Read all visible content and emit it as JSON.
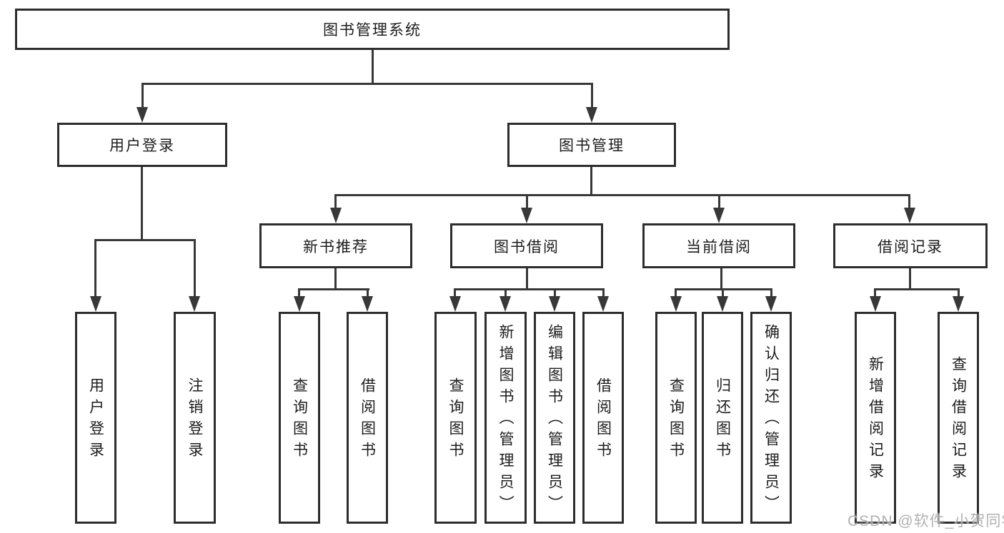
{
  "diagram_title": "图书管理系统",
  "nodes": {
    "root": {
      "label": "图书管理系统"
    },
    "user_login": {
      "label": "用户登录"
    },
    "book_mgmt": {
      "label": "图书管理"
    },
    "new_book_rec": {
      "label": "新书推荐"
    },
    "book_borrow": {
      "label": "图书借阅"
    },
    "current_borrow": {
      "label": "当前借阅"
    },
    "borrow_record": {
      "label": "借阅记录"
    },
    "leaf_user_login": {
      "label": "用户登录"
    },
    "leaf_logout": {
      "label": "注销登录"
    },
    "leaf_query_book_rec": {
      "label": "查询图书"
    },
    "leaf_borrow_book_rec": {
      "label": "借阅图书"
    },
    "leaf_query_book_borrow": {
      "label": "查询图书"
    },
    "leaf_add_book": {
      "label": "新增图书（管理员）"
    },
    "leaf_edit_book": {
      "label": "编辑图书（管理员）"
    },
    "leaf_borrow_book": {
      "label": "借阅图书"
    },
    "leaf_query_book_current": {
      "label": "查询图书"
    },
    "leaf_return_book": {
      "label": "归还图书"
    },
    "leaf_confirm_return": {
      "label": "确认归还（管理员）"
    },
    "leaf_add_borrow_record": {
      "label": "新增借阅记录"
    },
    "leaf_query_borrow_record": {
      "label": "查询借阅记录"
    }
  },
  "hierarchy": {
    "图书管理系统": [
      "用户登录",
      "图书管理"
    ],
    "用户登录": [
      "用户登录",
      "注销登录"
    ],
    "图书管理": [
      "新书推荐",
      "图书借阅",
      "当前借阅",
      "借阅记录"
    ],
    "新书推荐": [
      "查询图书",
      "借阅图书"
    ],
    "图书借阅": [
      "查询图书",
      "新增图书（管理员）",
      "编辑图书（管理员）",
      "借阅图书"
    ],
    "当前借阅": [
      "查询图书",
      "归还图书",
      "确认归还（管理员）"
    ],
    "借阅记录": [
      "新增借阅记录",
      "查询借阅记录"
    ]
  },
  "watermark": {
    "text": "CSDN @软件_小贺同学"
  },
  "colors": {
    "line": "#383838",
    "box_border": "#2d2d2d",
    "text": "#1c1c1c",
    "background": "#ffffff",
    "watermark": "#aaaaaa"
  }
}
